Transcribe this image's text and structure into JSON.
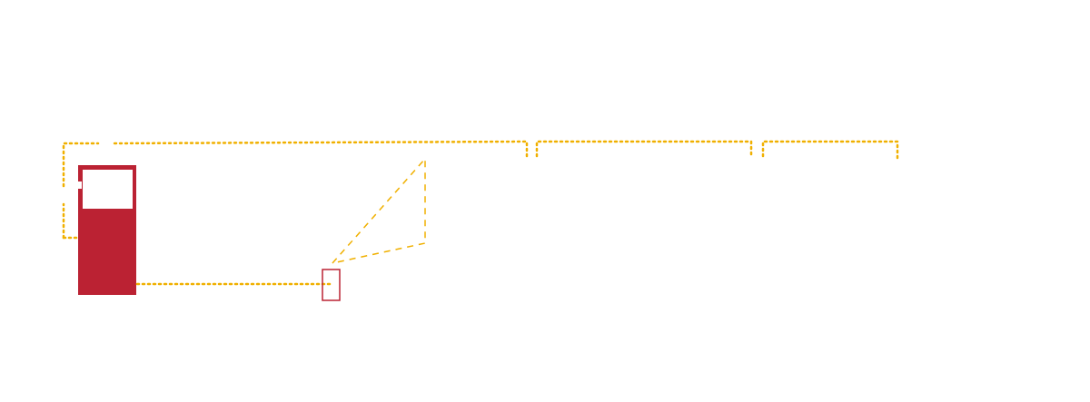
{
  "colors": {
    "background": "#ffffff",
    "accent_red": "#bb2233",
    "dotted_orange": "#f0b000"
  },
  "diagram": {
    "elements": [
      {
        "kind": "red-block",
        "description_name": "large-red-block"
      },
      {
        "kind": "small-red-outline-box",
        "description_name": "small-red-box"
      },
      {
        "kind": "dotted-bracket",
        "description_name": "bracket-segment"
      },
      {
        "kind": "dashed-triangle",
        "description_name": "dashed-triangle"
      }
    ]
  }
}
